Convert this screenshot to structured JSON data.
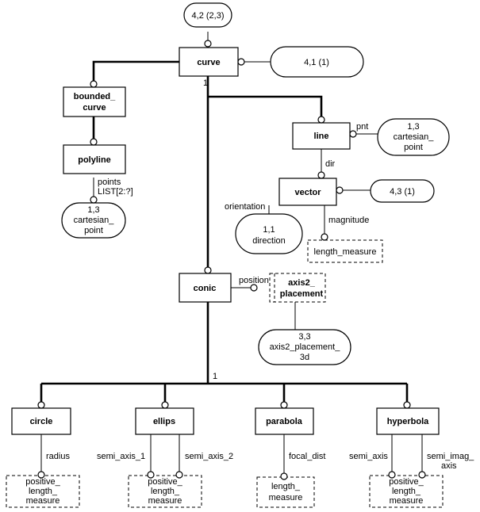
{
  "entities": {
    "curve": "curve",
    "bounded_curve": [
      "bounded_",
      "curve"
    ],
    "polyline": "polyline",
    "line": "line",
    "vector": "vector",
    "conic": "conic",
    "axis2_placement": [
      "axis2_",
      "placement"
    ],
    "circle": "circle",
    "ellips": "ellips",
    "parabola": "parabola",
    "hyperbola": "hyperbola",
    "length_measure": "length_measure",
    "length_measure_parabola": [
      "length_",
      "measure"
    ],
    "positive_length_measure": [
      "positive_",
      "length_",
      "measure"
    ]
  },
  "refs": {
    "top": "4,2 (2,3)",
    "curve_right": "4,1 (1)",
    "cartesian_point_line": [
      "1,3",
      "cartesian_",
      "point"
    ],
    "cartesian_point_polyline": [
      "1,3",
      "cartesian_",
      "point"
    ],
    "vector_right": "4,3 (1)",
    "direction": [
      "1,1",
      "direction"
    ],
    "axis2_placement_3d": [
      "3,3",
      "axis2_placement_",
      "3d"
    ]
  },
  "labels": {
    "one_curve": "1",
    "one_conic": "1",
    "points": "points",
    "list": "LIST[2:?]",
    "pnt": "pnt",
    "dir": "dir",
    "orientation": "orientation",
    "magnitude": "magnitude",
    "position": "position",
    "radius": "radius",
    "semi_axis_1": "semi_axis_1",
    "semi_axis_2": "semi_axis_2",
    "focal_dist": "focal_dist",
    "semi_axis": "semi_axis",
    "semi_imag_axis": [
      "semi_imag_",
      "axis"
    ]
  }
}
